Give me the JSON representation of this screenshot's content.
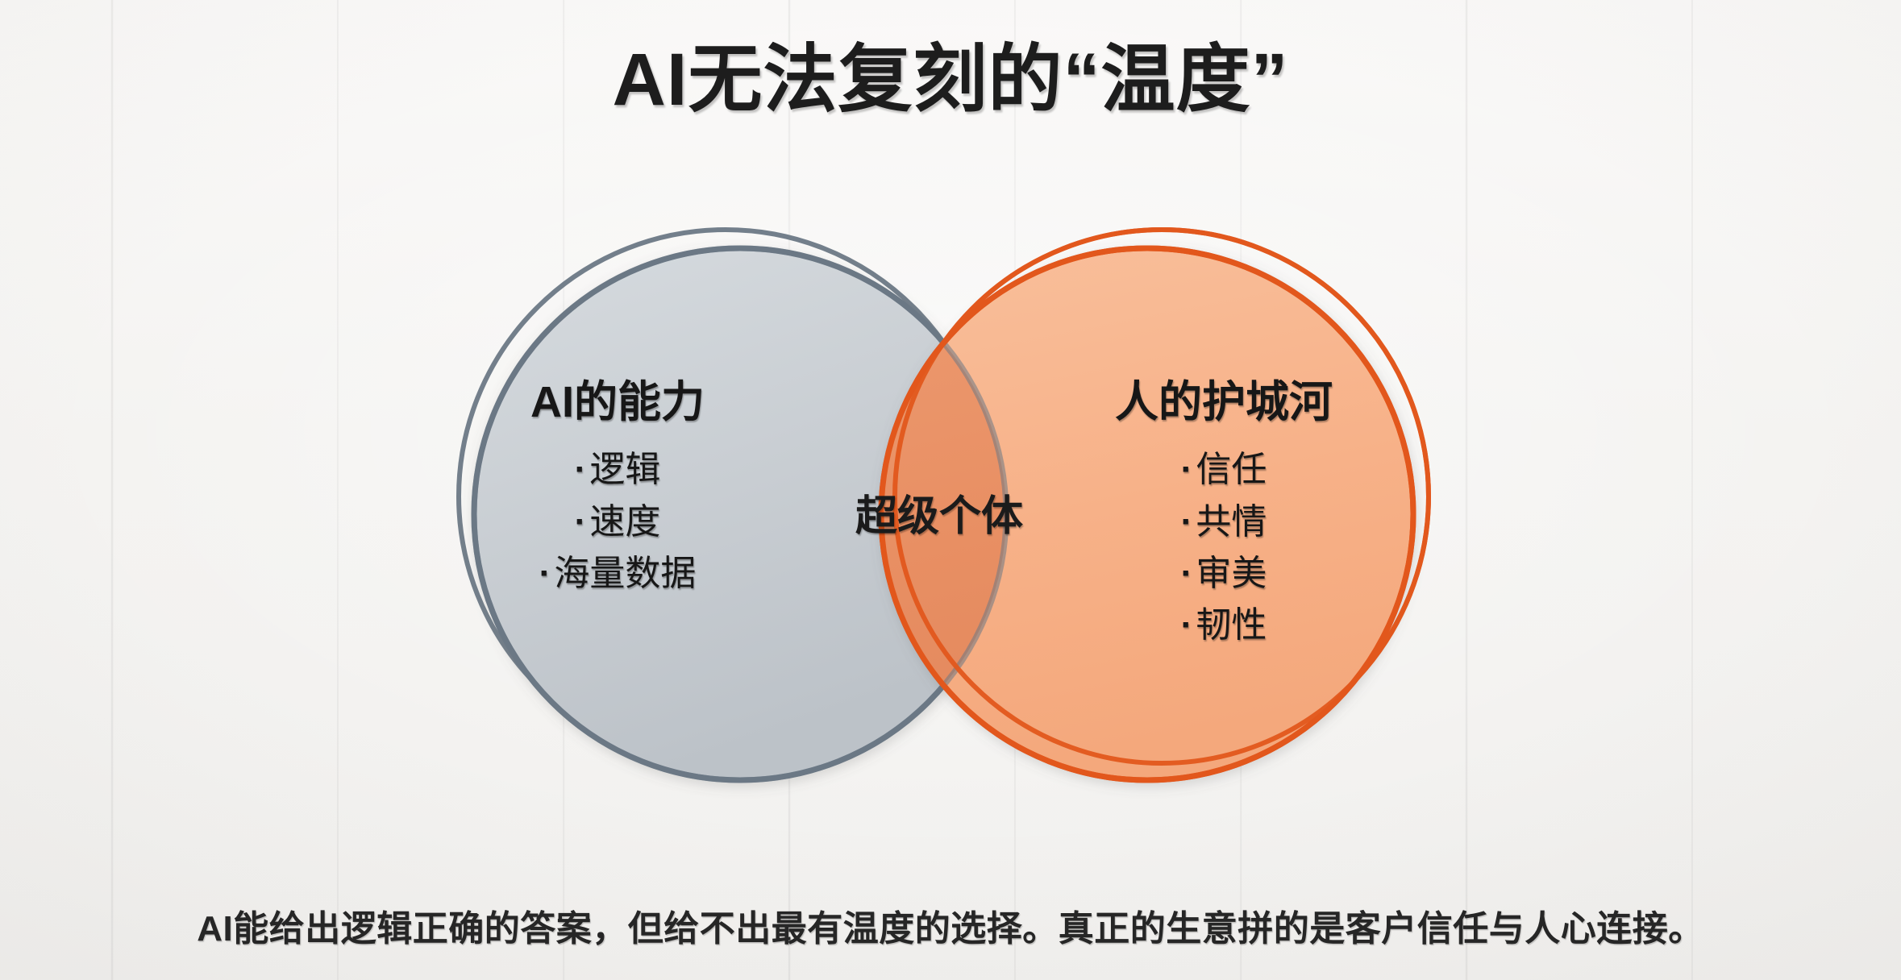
{
  "slide": {
    "title": "AI无法复刻的“温度”",
    "caption": "AI能给出逻辑正确的答案，但给不出最有温度的选择。真正的生意拼的是客户信任与人心连接。",
    "background_color": "#f5f4f2"
  },
  "venn": {
    "type": "venn-two-circle",
    "left_circle": {
      "heading": "AI的能力",
      "bullets": [
        "逻辑",
        "速度",
        "海量数据"
      ],
      "bullet_marker": "·",
      "fill_color": "#c7ccd1",
      "stroke_color": "#6b7885"
    },
    "right_circle": {
      "heading": "人的护城河",
      "bullets": [
        "信任",
        "共情",
        "审美",
        "韧性"
      ],
      "bullet_marker": "·",
      "fill_color": "#f7b489",
      "stroke_color": "#e2571c"
    },
    "intersection": {
      "label": "超级个体",
      "fill_color": "#e89064"
    }
  }
}
